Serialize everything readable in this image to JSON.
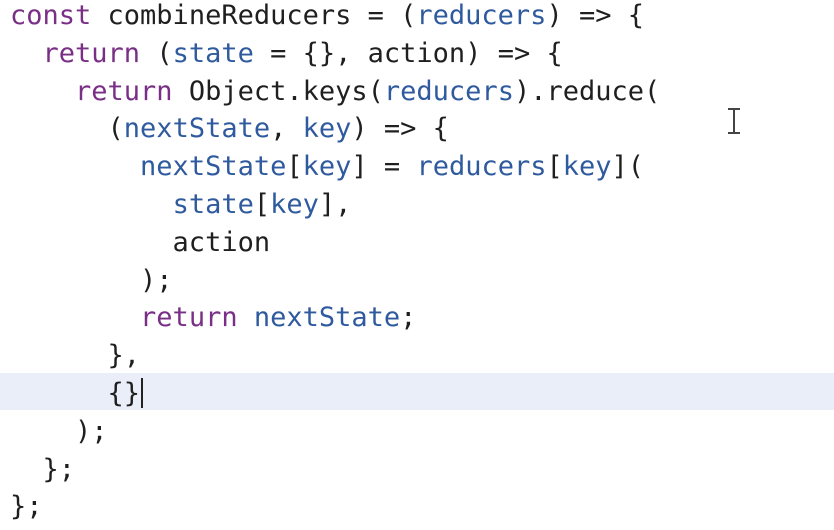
{
  "editor": {
    "lines": [
      [
        {
          "t": "const",
          "c": "kw"
        },
        {
          "t": " combineReducers = (",
          "c": "plain"
        },
        {
          "t": "reducers",
          "c": "var"
        },
        {
          "t": ") => {",
          "c": "plain"
        }
      ],
      [
        {
          "t": "  ",
          "c": "plain"
        },
        {
          "t": "return",
          "c": "kw"
        },
        {
          "t": " (",
          "c": "plain"
        },
        {
          "t": "state",
          "c": "var"
        },
        {
          "t": " = {}, action) => {",
          "c": "plain"
        }
      ],
      [
        {
          "t": "    ",
          "c": "plain"
        },
        {
          "t": "return",
          "c": "kw"
        },
        {
          "t": " Object.keys(",
          "c": "plain"
        },
        {
          "t": "reducers",
          "c": "var"
        },
        {
          "t": ").reduce(",
          "c": "plain"
        }
      ],
      [
        {
          "t": "      (",
          "c": "plain"
        },
        {
          "t": "nextState",
          "c": "var"
        },
        {
          "t": ", ",
          "c": "plain"
        },
        {
          "t": "key",
          "c": "var"
        },
        {
          "t": ") => {",
          "c": "plain"
        }
      ],
      [
        {
          "t": "        ",
          "c": "plain"
        },
        {
          "t": "nextState",
          "c": "var"
        },
        {
          "t": "[",
          "c": "plain"
        },
        {
          "t": "key",
          "c": "var"
        },
        {
          "t": "] = ",
          "c": "plain"
        },
        {
          "t": "reducers",
          "c": "var"
        },
        {
          "t": "[",
          "c": "plain"
        },
        {
          "t": "key",
          "c": "var"
        },
        {
          "t": "](",
          "c": "plain"
        }
      ],
      [
        {
          "t": "          ",
          "c": "plain"
        },
        {
          "t": "state",
          "c": "var"
        },
        {
          "t": "[",
          "c": "plain"
        },
        {
          "t": "key",
          "c": "var"
        },
        {
          "t": "],",
          "c": "plain"
        }
      ],
      [
        {
          "t": "          action",
          "c": "plain"
        }
      ],
      [
        {
          "t": "        );",
          "c": "plain"
        }
      ],
      [
        {
          "t": "        ",
          "c": "plain"
        },
        {
          "t": "return",
          "c": "kw"
        },
        {
          "t": " ",
          "c": "plain"
        },
        {
          "t": "nextState",
          "c": "var"
        },
        {
          "t": ";",
          "c": "plain"
        }
      ],
      [
        {
          "t": "      },",
          "c": "plain"
        }
      ],
      [
        {
          "t": "      {}",
          "c": "plain"
        }
      ],
      [
        {
          "t": "    );",
          "c": "plain"
        }
      ],
      [
        {
          "t": "  };",
          "c": "plain"
        }
      ],
      [
        {
          "t": "};",
          "c": "plain"
        }
      ]
    ],
    "active_line": 10,
    "colors": {
      "keyword": "#7a2f86",
      "variable": "#2f5a9e",
      "text": "#1f1f1f",
      "active_line_bg": "#e9eef8"
    }
  },
  "icons": {
    "mouse_cursor": "i-beam-cursor-icon"
  }
}
